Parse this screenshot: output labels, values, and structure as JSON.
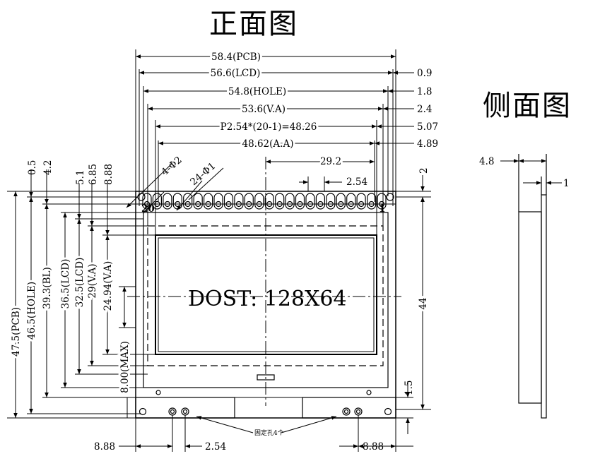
{
  "titles": {
    "front": "正面图",
    "side": "侧面图"
  },
  "pin_labels": {
    "left": "20",
    "right": "1"
  },
  "center_text": "DOST: 128X64",
  "mount_note": "固定孔4个",
  "top_dims": {
    "pcb": "58.4(PCB)",
    "lcd": "56.6(LCD)",
    "hole": "54.8(HOLE)",
    "va": "53.6(V.A)",
    "pitch": "P2.54*(20-1)=48.26",
    "aa": "48.62(A.A)",
    "d292": "29.2",
    "d254": "2.54",
    "hole_d": "4-Φ2",
    "pin_d": "24-Φ1",
    "r09": "0.9",
    "r18": "1.8",
    "r24": "2.4",
    "r507": "5.07",
    "r489": "4.89"
  },
  "left_dims": {
    "v05": "0.5",
    "v42": "4.2",
    "v51": "5.1",
    "v685": "6.85",
    "v888": "8.88",
    "pcb": "47.5(PCB)",
    "hole": "46.5(HOLE)",
    "bl": "39.3(BL)",
    "lcd": "36.5(LCD)",
    "lcd2": "32.5(LCD)",
    "va": "29(V.A)",
    "aa": "24.94(V.A)",
    "max": "8.00(MAX)"
  },
  "right_dims": {
    "d2": "2",
    "d44": "44",
    "d15": "1.5"
  },
  "bottom_dims": {
    "left": "8.88",
    "pitch": "2.54",
    "right": "8.88"
  },
  "side_dims": {
    "thick": "4.8",
    "pcb": "1"
  },
  "pin_count": 20
}
